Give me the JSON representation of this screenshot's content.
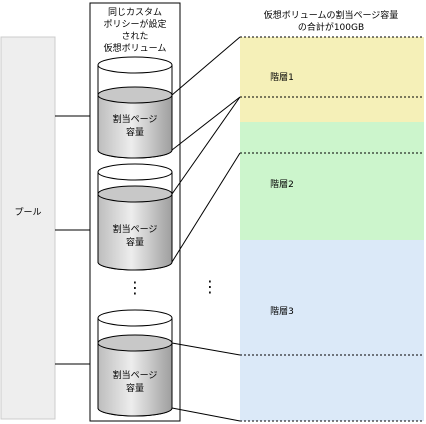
{
  "pool": {
    "label": "プール"
  },
  "volume_group": {
    "title_lines": [
      "同じカスタム",
      "ポリシーが設定",
      "された",
      "仮想ボリューム"
    ],
    "volumes": [
      {
        "label_lines": [
          "割当ページ",
          "容量"
        ]
      },
      {
        "label_lines": [
          "割当ページ",
          "容量"
        ]
      },
      {
        "label_lines": [
          "割当ページ",
          "容量"
        ]
      }
    ]
  },
  "capacity": {
    "title_lines": [
      "仮想ボリュームの割当ページ容量",
      "の合計が100GB"
    ]
  },
  "tiers": [
    {
      "label": "階層1",
      "color": "#f5f0b8"
    },
    {
      "label": "階層2",
      "color": "#ccf5cc"
    },
    {
      "label": "階層3",
      "color": "#dbe9f8"
    }
  ],
  "ellipsis": "⋮"
}
